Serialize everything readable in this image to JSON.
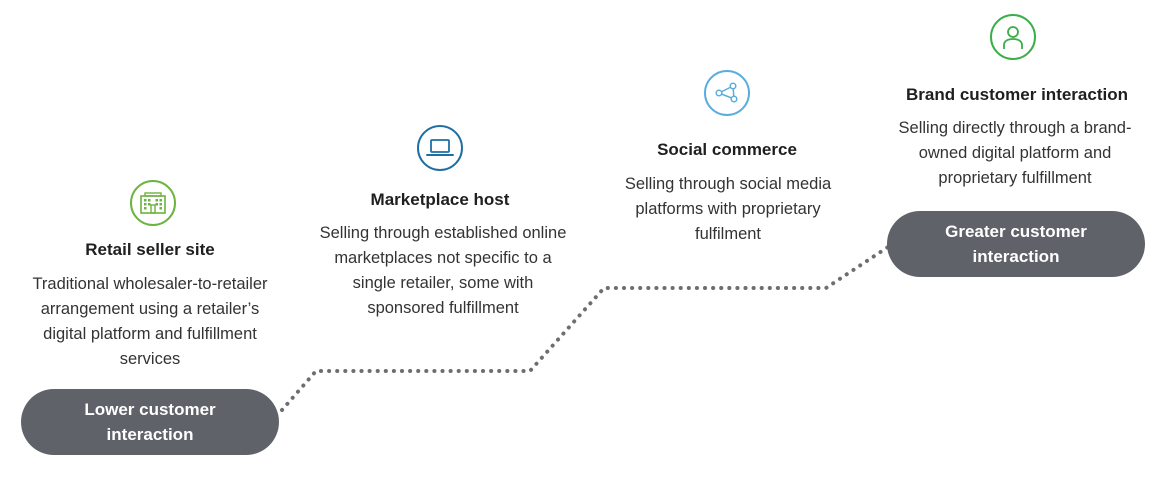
{
  "colors": {
    "green": "#6cb33f",
    "blue": "#1f6fa3",
    "light_blue": "#5aaedc",
    "bright_green": "#3aae49",
    "pill": "#5f6268",
    "dots": "#6d6e71"
  },
  "stages": [
    {
      "icon": "building-icon",
      "title": "Retail seller site",
      "description": "Traditional wholesaler-to-retailer arrangement using a retailer’s digital platform and fulfillment services"
    },
    {
      "icon": "laptop-icon",
      "title": "Marketplace host",
      "description": "Selling through established online marketplaces not specific to a single retailer, some with sponsored fulfillment"
    },
    {
      "icon": "share-network-icon",
      "title": "Social commerce",
      "description": "Selling through social media platforms with proprietary fulfilment"
    },
    {
      "icon": "person-icon",
      "title": "Brand customer interaction",
      "description": "Selling directly through a brand-owned digital platform and proprietary fulfillment"
    }
  ],
  "scale": {
    "low_label": "Lower customer interaction",
    "high_label": "Greater customer interaction"
  }
}
